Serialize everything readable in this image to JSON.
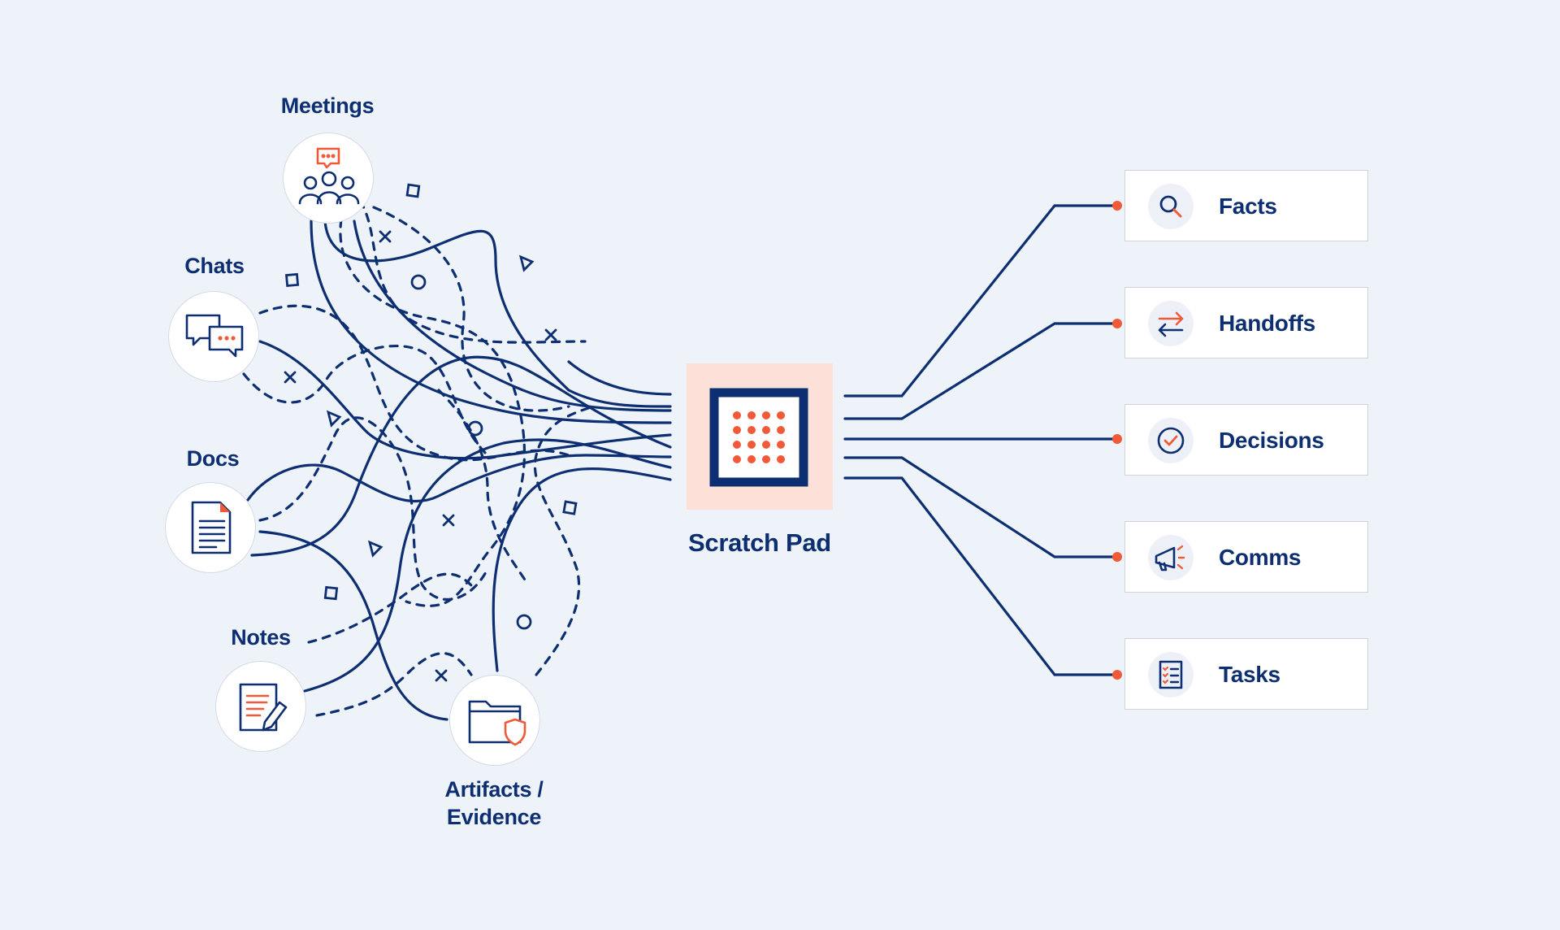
{
  "colors": {
    "navy": "#0d2f72",
    "accent": "#f05a38",
    "hub_fill": "#fde1d9",
    "background": "#eef3fa"
  },
  "sources": [
    {
      "id": "meetings",
      "label": "Meetings",
      "icon": "meetings-icon"
    },
    {
      "id": "chats",
      "label": "Chats",
      "icon": "chat-bubbles-icon"
    },
    {
      "id": "docs",
      "label": "Docs",
      "icon": "document-icon"
    },
    {
      "id": "notes",
      "label": "Notes",
      "icon": "notes-pencil-icon"
    },
    {
      "id": "artifacts",
      "label_line1": "Artifacts /",
      "label_line2": "Evidence",
      "icon": "folder-shield-icon"
    }
  ],
  "hub": {
    "label": "Scratch Pad",
    "icon": "scratch-pad-grid-icon"
  },
  "outputs": [
    {
      "id": "facts",
      "label": "Facts",
      "icon": "magnifier-icon"
    },
    {
      "id": "handoffs",
      "label": "Handoffs",
      "icon": "swap-arrows-icon"
    },
    {
      "id": "decisions",
      "label": "Decisions",
      "icon": "check-circle-icon"
    },
    {
      "id": "comms",
      "label": "Comms",
      "icon": "megaphone-icon"
    },
    {
      "id": "tasks",
      "label": "Tasks",
      "icon": "checklist-icon"
    }
  ]
}
